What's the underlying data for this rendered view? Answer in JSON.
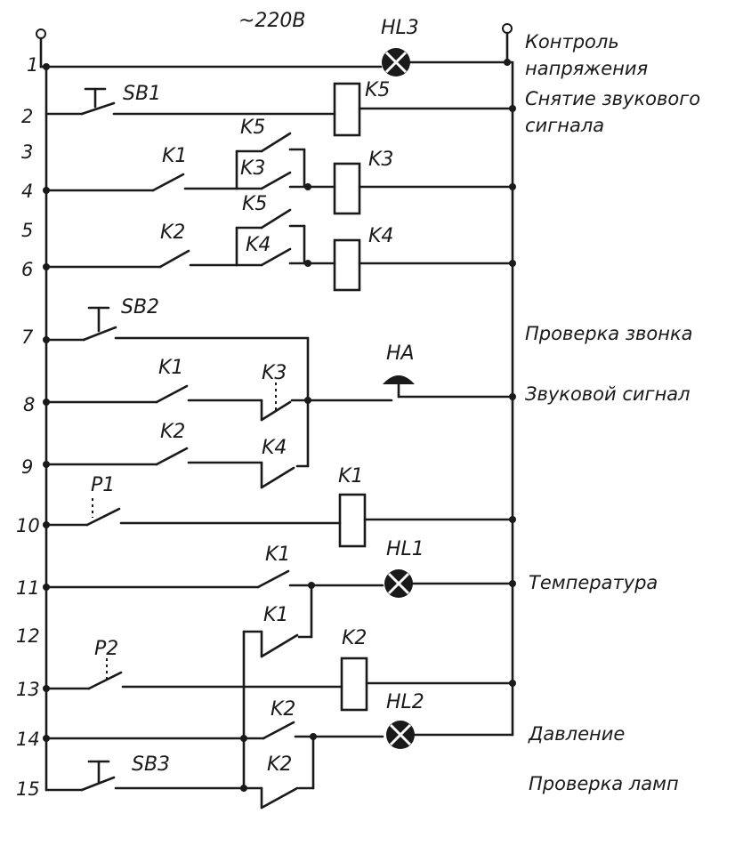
{
  "supply": "~220В",
  "rungs": [
    "1",
    "2",
    "3",
    "4",
    "5",
    "6",
    "7",
    "8",
    "9",
    "10",
    "11",
    "12",
    "13",
    "14",
    "15"
  ],
  "labels": {
    "hl3": "HL3",
    "sb1": "SB1",
    "k5": "K5",
    "k1": "K1",
    "k2": "K2",
    "k3": "K3",
    "k4": "K4",
    "sb2": "SB2",
    "ha": "HA",
    "p1": "P1",
    "p2": "P2",
    "hl1": "HL1",
    "hl2": "HL2",
    "sb3": "SB3"
  },
  "descriptions": {
    "voltage_control": [
      "Контроль",
      "напряжения"
    ],
    "sound_off": [
      "Снятие звукового",
      "сигнала"
    ],
    "bell_test": "Проверка звонка",
    "sound_signal": "Звуковой сигнал",
    "temperature": "Температура",
    "pressure": "Давление",
    "lamp_test": "Проверка ламп"
  }
}
